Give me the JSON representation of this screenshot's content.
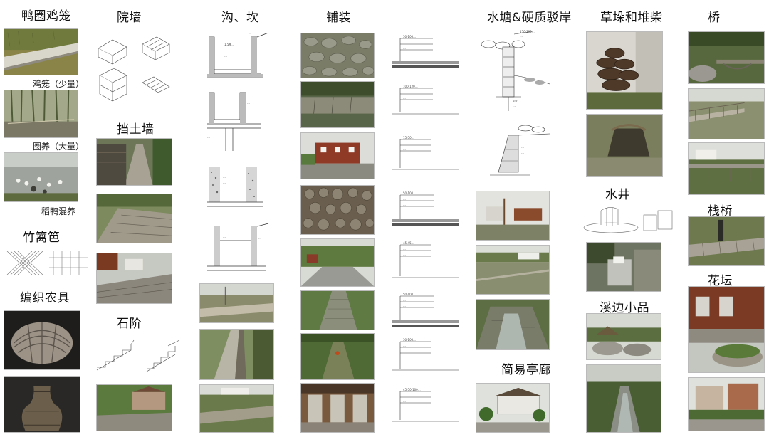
{
  "headings": {
    "duck_cage": "鸭圈鸡笼",
    "yard_wall": "院墙",
    "ditch": "沟、坎",
    "paving": "铺装",
    "pond": "水塘&硬质驳岸",
    "haystack": "草垛和堆柴",
    "bridge": "桥",
    "retaining_wall": "挡土墙",
    "fence": "竹篱笆",
    "basket": "编织农具",
    "steps": "石阶",
    "well": "水井",
    "trestle": "栈桥",
    "creek": "溪边小品",
    "flowerbed": "花坛",
    "pavilion": "简易亭廊"
  },
  "captions": {
    "coop": "鸡笼（少量）",
    "pen": "圈养（大量）",
    "rice_duck": "稻鸭混养"
  }
}
